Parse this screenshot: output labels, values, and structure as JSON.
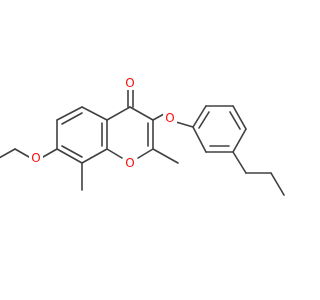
{
  "molecule": {
    "atoms": [
      {
        "id": "o_carbonyl",
        "label": "O",
        "color": "#ff0d0d"
      },
      {
        "id": "o_ether_aryl",
        "label": "O",
        "color": "#ff0d0d"
      },
      {
        "id": "o_ethoxy",
        "label": "O",
        "color": "#ff0d0d"
      },
      {
        "id": "o_ring",
        "label": "O",
        "color": "#ff0d0d"
      }
    ],
    "bond_color": "#404040",
    "background": "#ffffff"
  }
}
